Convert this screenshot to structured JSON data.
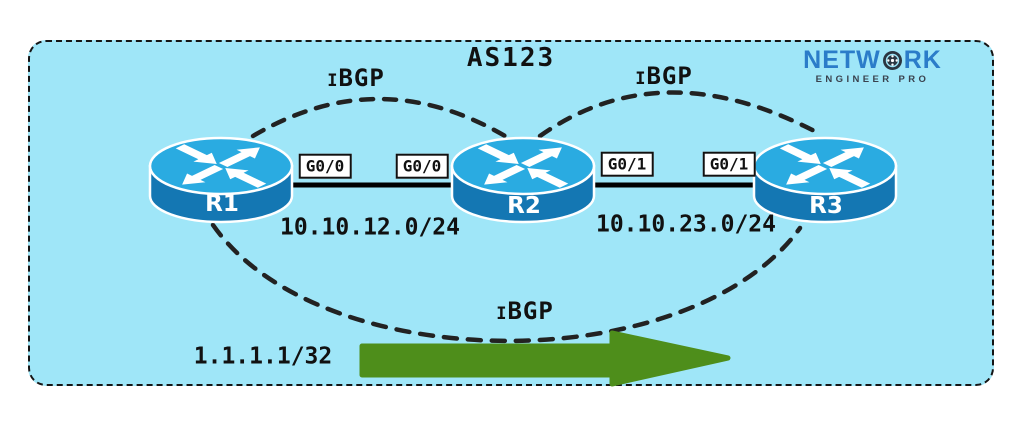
{
  "diagram": {
    "as_label": "AS123",
    "ibgp_label": "iBGP",
    "routers": [
      {
        "name": "R1"
      },
      {
        "name": "R2"
      },
      {
        "name": "R3"
      }
    ],
    "links": [
      {
        "interface_a": "G0/0",
        "interface_b": "G0/0",
        "network": "10.10.12.0/24"
      },
      {
        "interface_a": "G0/1",
        "interface_b": "G0/1",
        "network": "10.10.23.0/24"
      }
    ],
    "advertised_prefix": "1.1.1.1/32",
    "colors": {
      "panel_bg": "#9fe6f8",
      "router_top": "#2aabe1",
      "router_side": "#1477b3",
      "arrow_green": "#4e8e1b",
      "line_black": "#1a1a1a",
      "logo_blue": "#2b7cc9",
      "logo_dark": "#39414d"
    }
  },
  "logo": {
    "word_start": "NETW",
    "word_end": "RK",
    "subtitle": "ENGINEER PRO"
  }
}
